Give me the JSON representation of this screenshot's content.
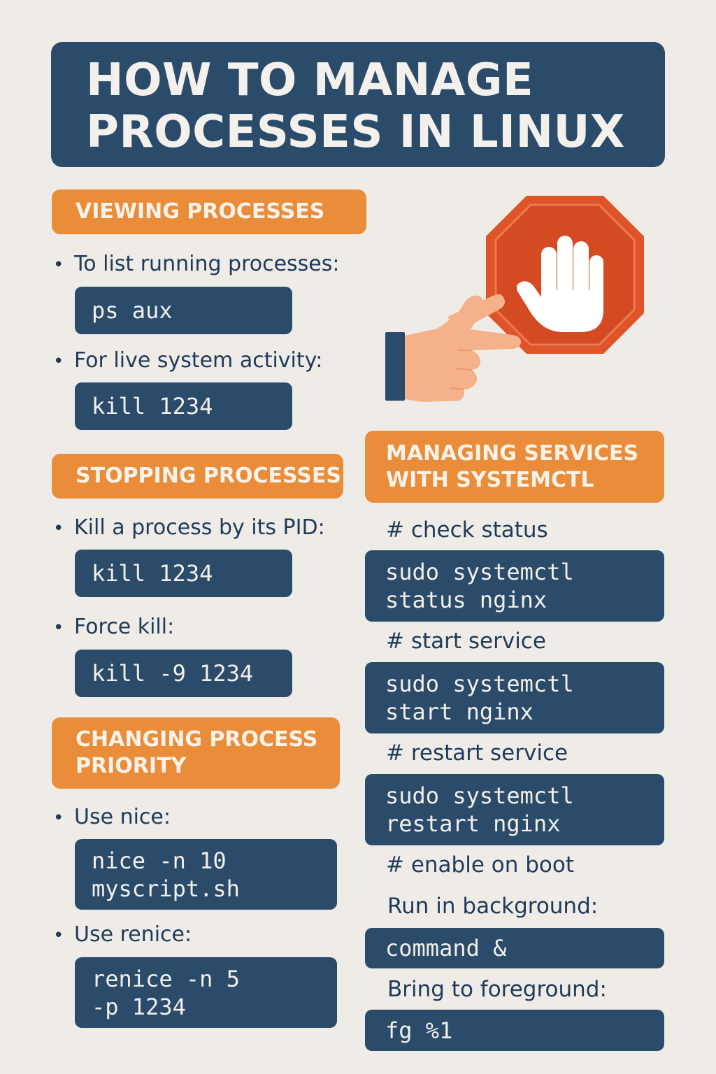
{
  "title": {
    "line1": "HOW TO MANAGE",
    "line2": "PROCESSES IN LINUX"
  },
  "illustration": {
    "icon": "stop-hand-icon",
    "colors": {
      "octagon": "#e0542a",
      "hand": "#f5b28a",
      "sleeve": "#2b4b6b"
    }
  },
  "viewing": {
    "heading": "VIEWING PROCESSES",
    "items": [
      {
        "label": "To list running processes:",
        "code": [
          "ps aux"
        ]
      },
      {
        "label": "For live system activity:",
        "code": [
          "kill 1234"
        ]
      }
    ]
  },
  "stopping": {
    "heading": "STOPPING PROCESSES",
    "items": [
      {
        "label": "Kill a process by its PID:",
        "code": [
          "kill 1234"
        ]
      },
      {
        "label": "Force kill:",
        "code": [
          "kill -9 1234"
        ]
      }
    ]
  },
  "priority": {
    "heading_line1": "CHANGING PROCESS",
    "heading_line2": "PRIORITY",
    "items": [
      {
        "label": "Use nice:",
        "code": [
          "nice -n 10",
          "myscript.sh"
        ]
      },
      {
        "label": "Use renice:",
        "code": [
          "renice -n 5",
          "-p 1234"
        ]
      }
    ]
  },
  "services": {
    "heading_line1": "MANAGING SERVICES",
    "heading_line2": "WITH SYSTEMCTL",
    "entries": [
      {
        "comment": "# check status",
        "code": [
          "sudo systemctl",
          "status nginx"
        ]
      },
      {
        "comment": "# start service",
        "code": [
          "sudo systemctl",
          "start nginx"
        ]
      },
      {
        "comment": "# restart service",
        "code": [
          "sudo systemctl",
          "restart nginx"
        ]
      }
    ],
    "enable_comment": "# enable on boot",
    "background_label": "Run in background:",
    "background_code": "command &",
    "foreground_label": "Bring to foreground:",
    "foreground_code": "fg %1"
  },
  "colors": {
    "background": "#efece7",
    "navy": "#2b4b6b",
    "orange": "#ea8d3a",
    "text": "#1f3a5a"
  }
}
